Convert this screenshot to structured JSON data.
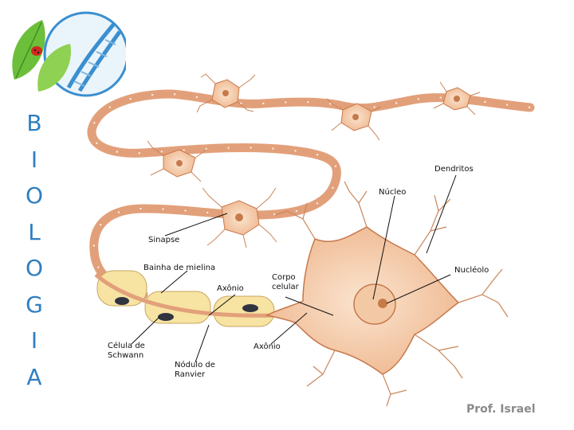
{
  "title_letters": [
    "B",
    "I",
    "O",
    "L",
    "O",
    "G",
    "I",
    "A"
  ],
  "labels": {
    "dendritos": "Dendritos",
    "nucleo": "Núcleo",
    "sinapse": "Sinapse",
    "bainha": "Bainha de mielina",
    "corpo_1": "Corpo",
    "corpo_2": "celular",
    "nucleolo": "Nucléolo",
    "axonio_1": "Axônio",
    "axonio_2": "Axônio",
    "celula_1": "Célula de",
    "celula_2": "Schwann",
    "nodulo_1": "Nódulo de",
    "nodulo_2": "Ranvier"
  },
  "author": "Prof. Israel",
  "colors": {
    "title": "#2f7fc0",
    "neuron": "#f2c6a0",
    "axon": "#e7a77f",
    "myelin": "#f7e3a2",
    "logo_green": "#6cbf3a",
    "logo_blue": "#3a8fd0"
  },
  "icons": [
    "leaf-logo-icon",
    "dna-icon",
    "ladybug-icon"
  ]
}
